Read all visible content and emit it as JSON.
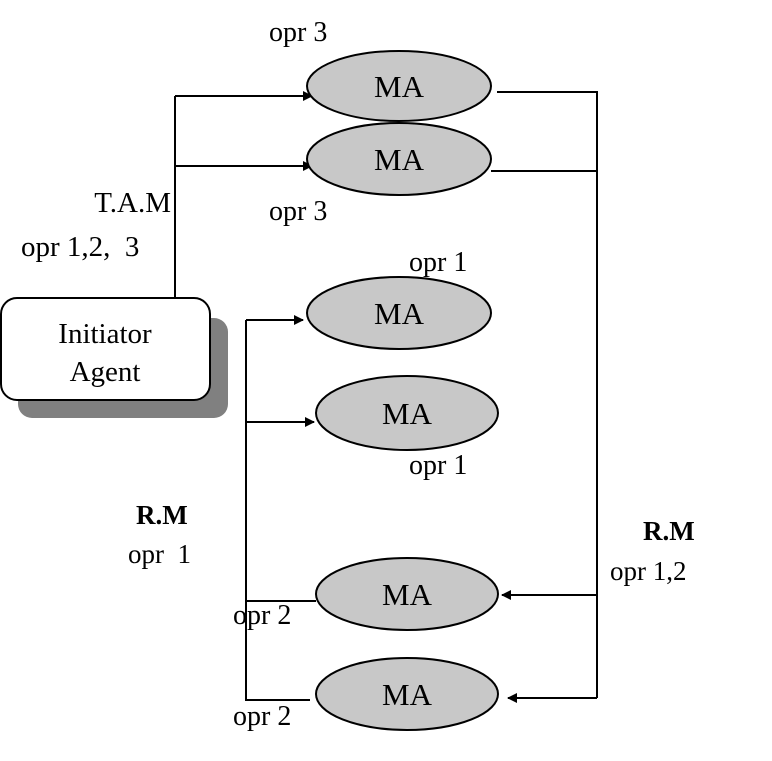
{
  "initiator": {
    "line1": "Initiator",
    "line2": "Agent"
  },
  "agents": [
    {
      "label": "MA",
      "operation": "opr 3"
    },
    {
      "label": "MA",
      "operation": "opr 3"
    },
    {
      "label": "MA",
      "operation": "opr 1"
    },
    {
      "label": "MA",
      "operation": "opr 1"
    },
    {
      "label": "MA",
      "operation": "opr 2"
    },
    {
      "label": "MA",
      "operation": "opr 2"
    }
  ],
  "tam": {
    "title": "T.A.M",
    "ops": "opr 1,2,  3"
  },
  "rm_left": {
    "title": "R.M",
    "ops": "opr  1"
  },
  "rm_right": {
    "title": "R.M",
    "ops": "opr 1,2"
  },
  "colors": {
    "ellipse_fill": "#c8c8c8",
    "shadow": "#808080",
    "line": "#000000",
    "box_fill": "#ffffff"
  }
}
